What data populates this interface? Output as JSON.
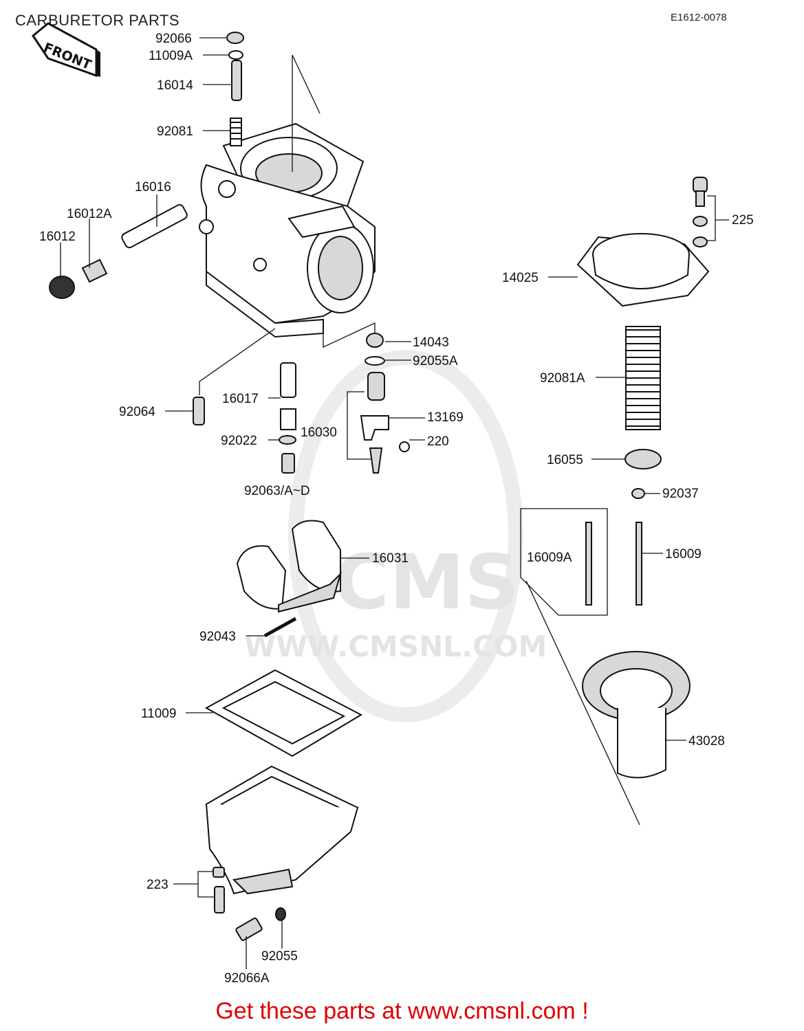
{
  "header": {
    "title": "CARBURETOR PARTS",
    "diagram_code": "E1612-0078",
    "front_tag": "FRONT"
  },
  "watermark": {
    "brand": "CMS",
    "url": "WWW.CMSNL.COM"
  },
  "parts": {
    "p92066": "92066",
    "p11009A": "11009A",
    "p16014": "16014",
    "p92081": "92081",
    "p16016": "16016",
    "p16012A": "16012A",
    "p16012": "16012",
    "p14043": "14043",
    "p92055A": "92055A",
    "p16017": "16017",
    "p92064": "92064",
    "p13169": "13169",
    "p16030": "16030",
    "p220": "220",
    "p92022": "92022",
    "p92063": "92063/A~D",
    "p16031": "16031",
    "p92043": "92043",
    "p11009": "11009",
    "p223": "223",
    "p92055": "92055",
    "p92066A": "92066A",
    "p225": "225",
    "p14025": "14025",
    "p92081A": "92081A",
    "p16055": "16055",
    "p92037": "92037",
    "p16009A": "16009A",
    "p16009": "16009",
    "p43028": "43028"
  },
  "footer": {
    "text": "Get these parts at www.cmsnl.com !"
  }
}
